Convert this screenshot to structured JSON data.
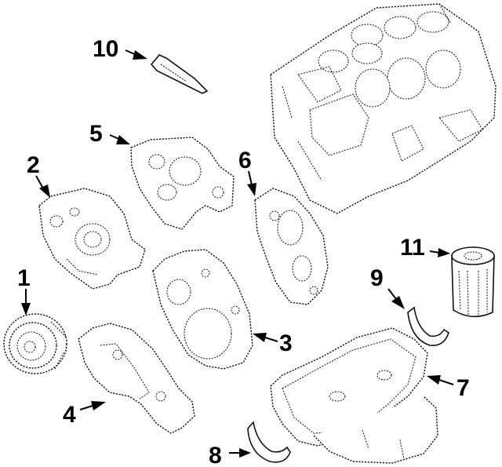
{
  "diagram": {
    "callouts": [
      {
        "id": "1",
        "label": "1"
      },
      {
        "id": "2",
        "label": "2"
      },
      {
        "id": "3",
        "label": "3"
      },
      {
        "id": "4",
        "label": "4"
      },
      {
        "id": "5",
        "label": "5"
      },
      {
        "id": "6",
        "label": "6"
      },
      {
        "id": "7",
        "label": "7"
      },
      {
        "id": "8",
        "label": "8"
      },
      {
        "id": "9",
        "label": "9"
      },
      {
        "id": "10",
        "label": "10"
      },
      {
        "id": "11",
        "label": "11"
      }
    ],
    "parts": [
      {
        "name": "engine-block"
      },
      {
        "name": "crankshaft-pulley"
      },
      {
        "name": "timing-cover"
      },
      {
        "name": "timing-cover-gasket-upper"
      },
      {
        "name": "timing-cover-gasket"
      },
      {
        "name": "front-cover"
      },
      {
        "name": "cover-plate"
      },
      {
        "name": "oil-pan"
      },
      {
        "name": "oil-pan-seal-rear"
      },
      {
        "name": "oil-pan-seal-front"
      },
      {
        "name": "sealant-tube"
      },
      {
        "name": "oil-filter"
      }
    ]
  }
}
